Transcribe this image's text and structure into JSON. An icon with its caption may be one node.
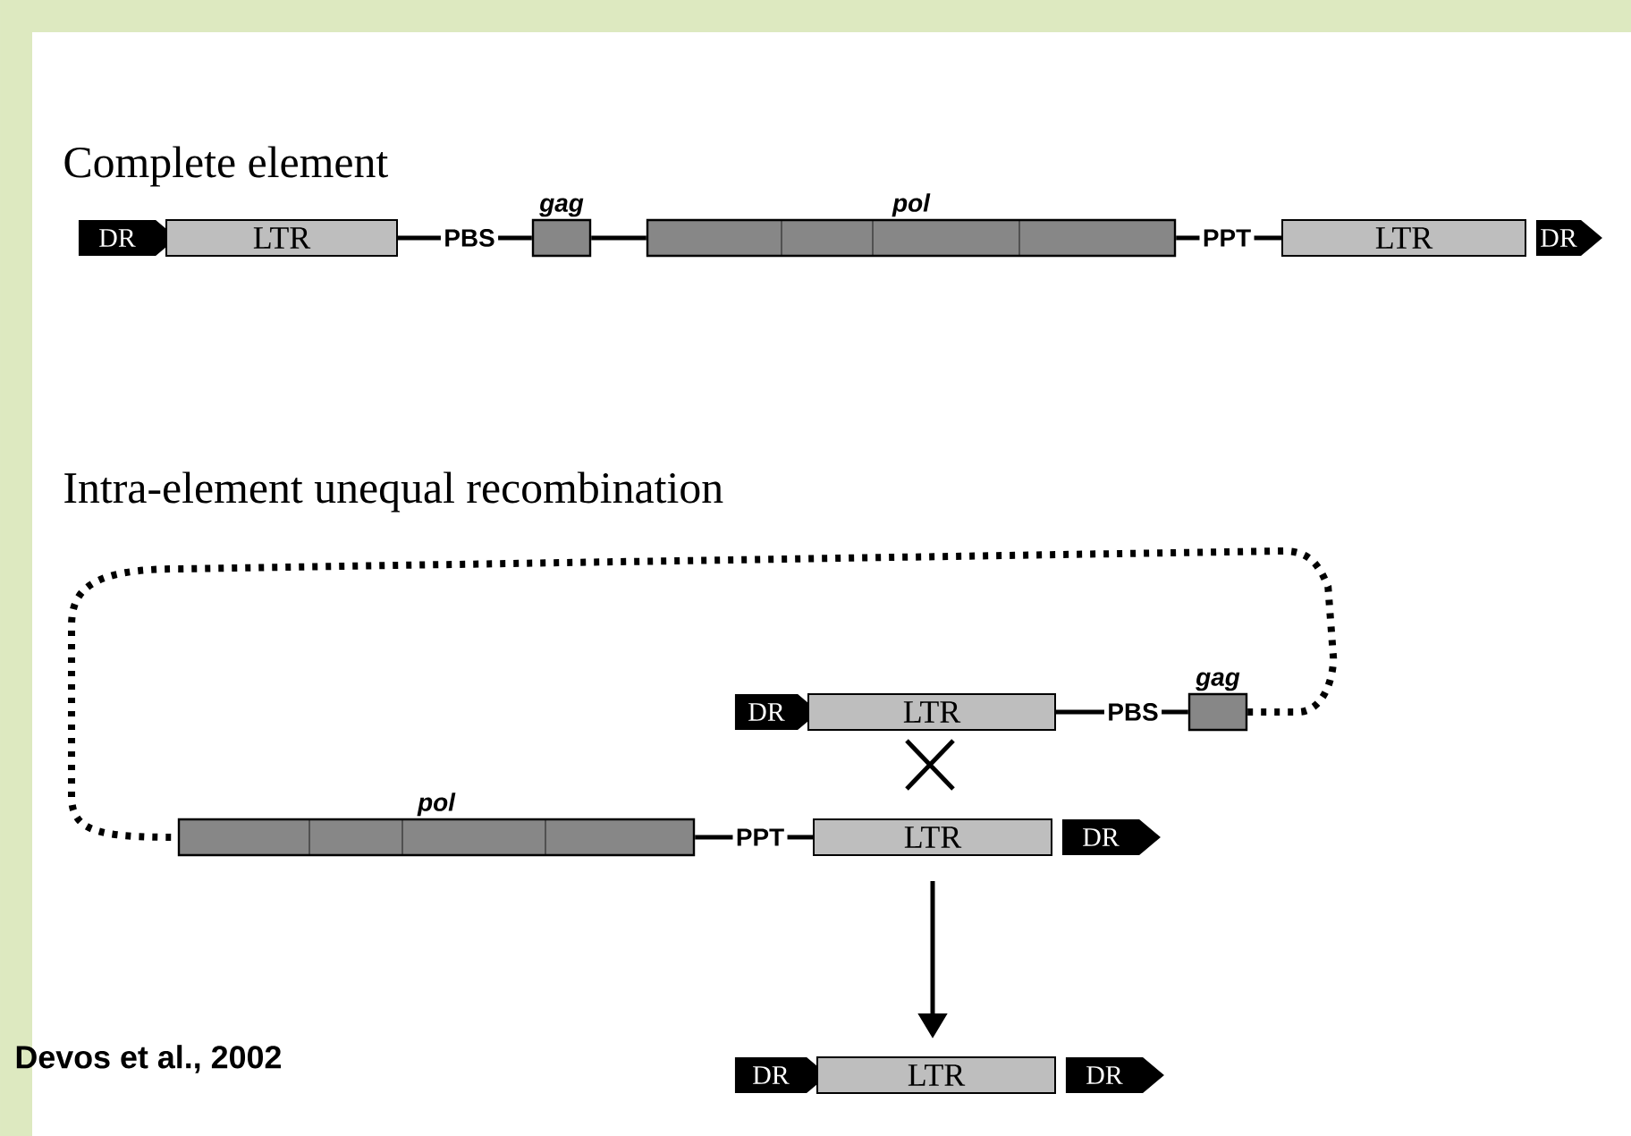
{
  "diagram": {
    "caption": "Devos et al., 2002",
    "nodes": [
      {
        "text": [
          "DR"
        ]
      },
      {
        "text": [
          "LTR"
        ]
      },
      {
        "text": [
          "PBS"
        ]
      },
      {
        "text": [
          "gag"
        ]
      },
      {
        "text": [
          "pol"
        ]
      },
      {
        "text": [
          "PPT"
        ]
      },
      {
        "text": [
          "LTR"
        ]
      },
      {
        "text": [
          "DR"
        ]
      },
      {
        "text": [
          "DR"
        ]
      },
      {
        "text": [
          "LTR"
        ]
      },
      {
        "text": [
          "PBS"
        ]
      },
      {
        "text": [
          "gag"
        ]
      },
      {
        "text": [
          "pol"
        ]
      },
      {
        "text": [
          "PPT"
        ]
      },
      {
        "text": [
          "LTR"
        ]
      },
      {
        "text": [
          "DR"
        ]
      },
      {
        "text": [
          "DR"
        ]
      },
      {
        "text": [
          "LTR"
        ]
      },
      {
        "text": [
          "DR"
        ]
      }
    ],
    "edges": [
      {
        "from": 1,
        "to": 2,
        "arrow": "none"
      },
      {
        "from": 2,
        "to": 3,
        "arrow": "none"
      },
      {
        "from": 3,
        "to": 4,
        "arrow": "none"
      },
      {
        "from": 4,
        "to": 5,
        "arrow": "none"
      },
      {
        "from": 5,
        "to": 6,
        "arrow": "none"
      },
      {
        "from": 9,
        "to": 10,
        "arrow": "none"
      },
      {
        "from": 10,
        "to": 11,
        "arrow": "none"
      },
      {
        "from": 11,
        "to": 12,
        "arrow": "none",
        "style": "dashed"
      },
      {
        "from": 12,
        "to": 13,
        "arrow": "none"
      },
      {
        "from": 13,
        "to": 14,
        "arrow": "none"
      },
      {
        "from": 14,
        "to": 17,
        "arrow": "to"
      }
    ],
    "labels": [
      "Complete element",
      "Intra-element unequal recombination"
    ]
  }
}
